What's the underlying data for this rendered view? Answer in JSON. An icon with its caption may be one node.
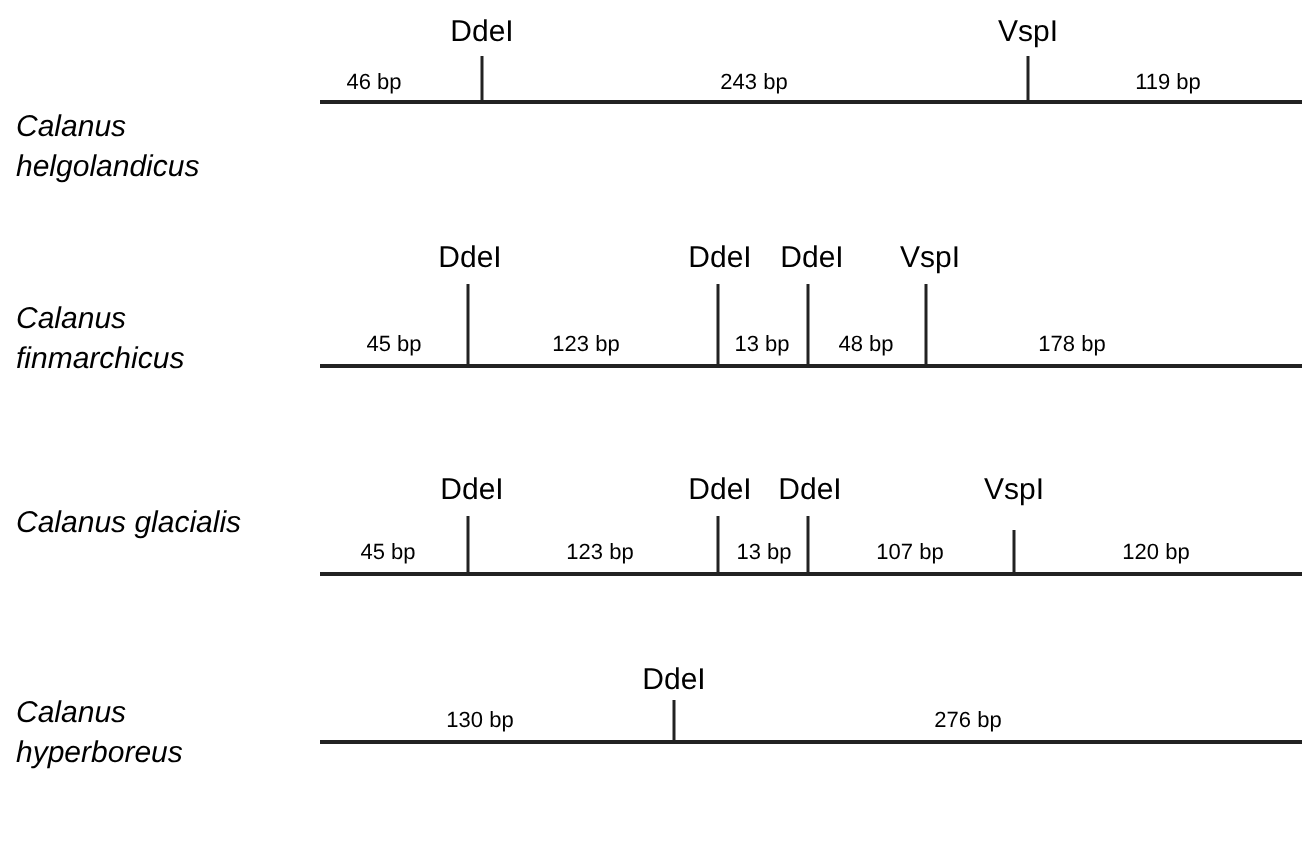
{
  "diagram": {
    "labels": [
      "DdeI",
      "VspI",
      "Calanus helgolandicus",
      "46 bp",
      "243 bp",
      "119 bp",
      "DdeI",
      "DdeI",
      "DdeI",
      "VspI",
      "Calanus finmarchicus",
      "45 bp",
      "123 bp",
      "13 bp",
      "48 bp",
      "178 bp",
      "DdeI",
      "DdeI",
      "DdeI",
      "VspI",
      "Calanus glacialis",
      "45 bp",
      "123 bp",
      "13 bp",
      "107 bp",
      "120 bp",
      "DdeI",
      "Calanus hyperboreus",
      "130 bp",
      "276 bp"
    ]
  }
}
